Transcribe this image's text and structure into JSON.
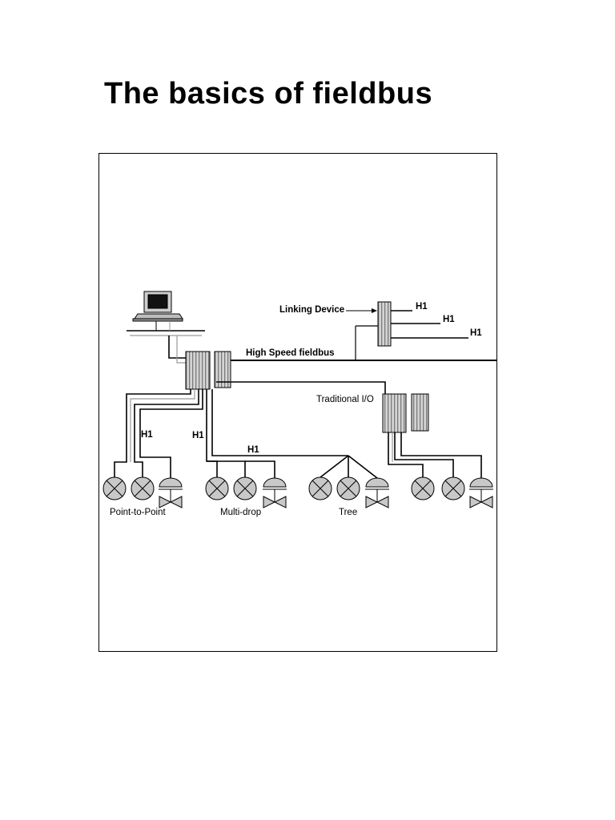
{
  "page": {
    "title": "The basics of fieldbus"
  },
  "diagram": {
    "labels": {
      "linking_device": "Linking Device",
      "high_speed_fieldbus": "High Speed fieldbus",
      "traditional_io": "Traditional I/O",
      "h1": "H1",
      "point_to_point": "Point-to-Point",
      "multi_drop": "Multi-drop",
      "tree": "Tree"
    }
  }
}
